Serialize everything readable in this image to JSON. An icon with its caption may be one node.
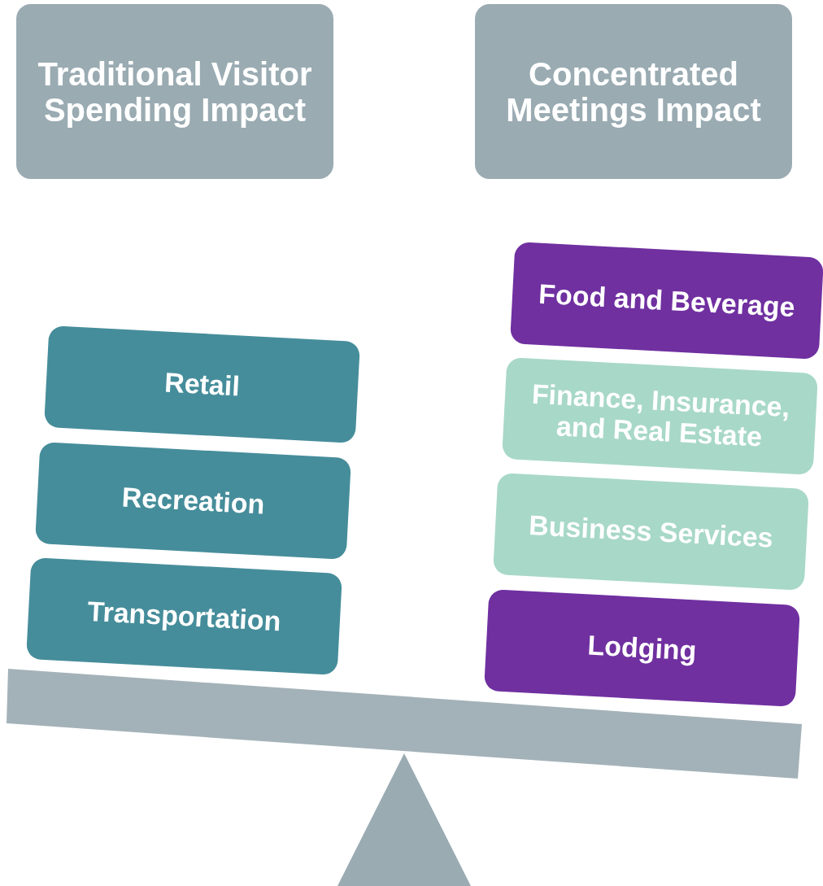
{
  "diagram": {
    "nodes": [
      {
        "text": [
          "Traditional Visitor Spending Impact"
        ]
      },
      {
        "text": [
          "Concentrated Meetings Impact"
        ]
      },
      {
        "text": [
          "Retail"
        ]
      },
      {
        "text": [
          "Recreation"
        ]
      },
      {
        "text": [
          "Transportation"
        ]
      },
      {
        "text": [
          "Food and Beverage"
        ]
      },
      {
        "text": [
          "Finance, Insurance, and Real Estate"
        ]
      },
      {
        "text": [
          "Business Services"
        ]
      },
      {
        "text": [
          "Lodging"
        ]
      }
    ]
  }
}
